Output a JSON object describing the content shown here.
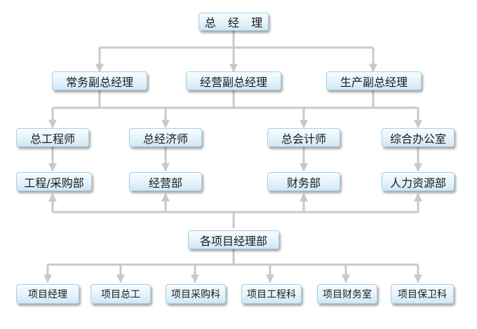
{
  "colors": {
    "line": "#c8c8c8",
    "box_top": "#f7fcff",
    "box_bottom": "#cfe8f5",
    "box_border": "#a9cfe3"
  },
  "chart": {
    "top": "总 经 理",
    "deputies": [
      "常务副总经理",
      "经营副总经理",
      "生产副总经理"
    ],
    "officers": [
      "总工程师",
      "总经济师",
      "总会计师",
      "综合办公室"
    ],
    "departments": [
      "工程/采购部",
      "经营部",
      "财务部",
      "人力资源部"
    ],
    "project_dept": "各项目经理部",
    "project_units": [
      "项目经理",
      "项目总工",
      "项目采购科",
      "项目工程科",
      "项目财务室",
      "项目保卫科"
    ]
  }
}
